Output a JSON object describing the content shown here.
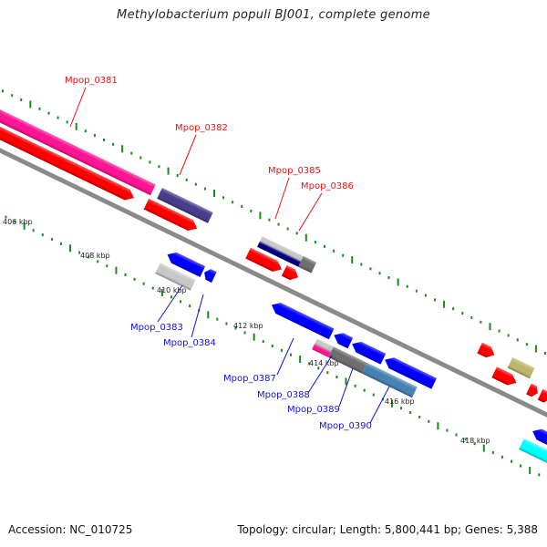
{
  "title": "Methylobacterium populi BJ001, complete genome",
  "footer": {
    "accession": "Accession: NC_010725",
    "summary": "Topology: circular; Length: 5,800,441 bp; Genes: 5,388"
  },
  "colors": {
    "backbone": "#8a8a8a",
    "tick": "#1a8a1a",
    "forward_label": "#ee1111",
    "reverse_label": "#1111dd"
  },
  "scale_labels": [
    "406 kbp",
    "408 kbp",
    "410 kbp",
    "412 kbp",
    "414 kbp",
    "416 kbp",
    "418 kbp"
  ],
  "features": [
    {
      "track": 3,
      "start": -300,
      "end": 170,
      "color": "#ff1493",
      "shape": "box"
    },
    {
      "track": 2,
      "start": -300,
      "end": 155,
      "color": "#ff0000",
      "shape": "arrow-right"
    },
    {
      "track": 3,
      "start": 178,
      "end": 240,
      "color": "#483d8b",
      "shape": "box"
    },
    {
      "track": 2,
      "start": 170,
      "end": 232,
      "color": "#ff0000",
      "shape": "arrow-right"
    },
    {
      "track": 3,
      "start": 300,
      "end": 350,
      "color": "#c8c8c8",
      "shape": "box",
      "half": "top"
    },
    {
      "track": 3,
      "start": 300,
      "end": 350,
      "color": "#000080",
      "shape": "box",
      "half": "bottom"
    },
    {
      "track": 3,
      "start": 350,
      "end": 366,
      "color": "#6e6e6e",
      "shape": "box"
    },
    {
      "track": 2,
      "start": 294,
      "end": 335,
      "color": "#ff0000",
      "shape": "arrow-right"
    },
    {
      "track": 2,
      "start": 338,
      "end": 355,
      "color": "#ff0000",
      "shape": "arrow-right"
    },
    {
      "track": -2,
      "start": 215,
      "end": 258,
      "color": "#0000ff",
      "shape": "arrow-left"
    },
    {
      "track": -2,
      "start": 260,
      "end": 272,
      "color": "#0000ff",
      "shape": "arrow-left"
    },
    {
      "track": -3,
      "start": 212,
      "end": 255,
      "color": "#c8c8c8",
      "shape": "box"
    },
    {
      "track": -2,
      "start": 342,
      "end": 415,
      "color": "#0000ff",
      "shape": "arrow-left"
    },
    {
      "track": -2,
      "start": 418,
      "end": 438,
      "color": "#0000ff",
      "shape": "arrow-left"
    },
    {
      "track": -2,
      "start": 440,
      "end": 478,
      "color": "#0000ff",
      "shape": "arrow-left"
    },
    {
      "track": -2,
      "start": 480,
      "end": 540,
      "color": "#0000ff",
      "shape": "arrow-left"
    },
    {
      "track": -3,
      "start": 403,
      "end": 423,
      "color": "#c8c8c8",
      "shape": "box",
      "half": "top"
    },
    {
      "track": -3,
      "start": 403,
      "end": 423,
      "color": "#ff1493",
      "shape": "box",
      "half": "bottom"
    },
    {
      "track": -3,
      "start": 423,
      "end": 464,
      "color": "#6e6e6e",
      "shape": "box"
    },
    {
      "track": -3,
      "start": 464,
      "end": 525,
      "color": "#4682b4",
      "shape": "box"
    },
    {
      "track": 3,
      "start": 568,
      "end": 586,
      "color": "#ff0000",
      "shape": "arrow-right"
    },
    {
      "track": 2,
      "start": 594,
      "end": 621,
      "color": "#ff0000",
      "shape": "arrow-right"
    },
    {
      "track": 3,
      "start": 605,
      "end": 632,
      "color": "#bdb76b",
      "shape": "box"
    },
    {
      "track": 2,
      "start": 636,
      "end": 647,
      "color": "#ff0000",
      "shape": "arrow-right"
    },
    {
      "track": 2,
      "start": 650,
      "end": 662,
      "color": "#ff0000",
      "shape": "arrow-right"
    },
    {
      "track": -2,
      "start": 660,
      "end": 720,
      "color": "#0000ff",
      "shape": "arrow-left"
    },
    {
      "track": -3,
      "start": 655,
      "end": 720,
      "color": "#00ffff",
      "shape": "box"
    }
  ],
  "labels": [
    {
      "text": "Mpop_0381",
      "strand": "forward"
    },
    {
      "text": "Mpop_0382",
      "strand": "forward"
    },
    {
      "text": "Mpop_0385",
      "strand": "forward"
    },
    {
      "text": "Mpop_0386",
      "strand": "forward"
    },
    {
      "text": "Mpop_0383",
      "strand": "reverse"
    },
    {
      "text": "Mpop_0384",
      "strand": "reverse"
    },
    {
      "text": "Mpop_0387",
      "strand": "reverse"
    },
    {
      "text": "Mpop_0388",
      "strand": "reverse"
    },
    {
      "text": "Mpop_0389",
      "strand": "reverse"
    },
    {
      "text": "Mpop_0390",
      "strand": "reverse"
    }
  ]
}
